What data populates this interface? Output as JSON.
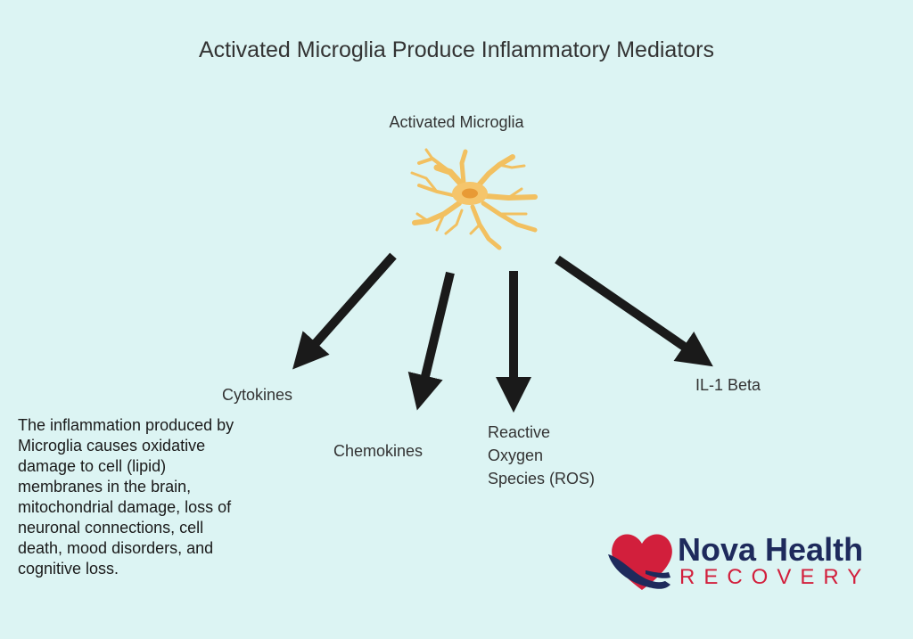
{
  "title": "Activated Microglia Produce Inflammatory Mediators",
  "source": {
    "label": "Activated Microglia"
  },
  "mediators": [
    {
      "label": "Cytokines"
    },
    {
      "label": "Chemokines"
    },
    {
      "label": "Reactive",
      "label2": "Oxygen",
      "label3": "Species (ROS)"
    },
    {
      "label": "IL-1 Beta"
    }
  ],
  "description": "The inflammation produced by Microglia causes oxidative damage to cell (lipid) membranes in the brain, mitochondrial damage, loss of neuronal connections, cell death, mood disorders, and cognitive loss.",
  "brand": {
    "name": "Nova Health",
    "tagline": "RECOVERY"
  },
  "colors": {
    "background": "#dcf4f3",
    "cell": "#f5c56b",
    "arrow": "#1a1a1a",
    "brand_navy": "#1e2a5c",
    "brand_red": "#d21f3c"
  }
}
